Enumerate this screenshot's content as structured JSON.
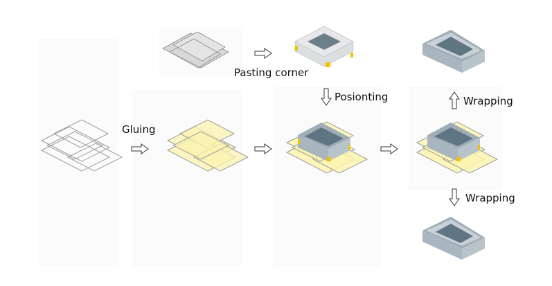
{
  "labels": {
    "gluing": "Gluing",
    "pasting_corner": "Pasting corner",
    "positioning": "Posionting",
    "wrapping_up": "Wrapping",
    "wrapping_down": "Wrapping"
  },
  "colors": {
    "sheet_outline": "#9a9a9a",
    "glue_yellow": "#fbf3b0",
    "box_gray": "#a9b6bf",
    "box_inner": "#5f7581",
    "corner_tape": "#f2c200",
    "rigid_box_light": "#dcdfe0"
  }
}
